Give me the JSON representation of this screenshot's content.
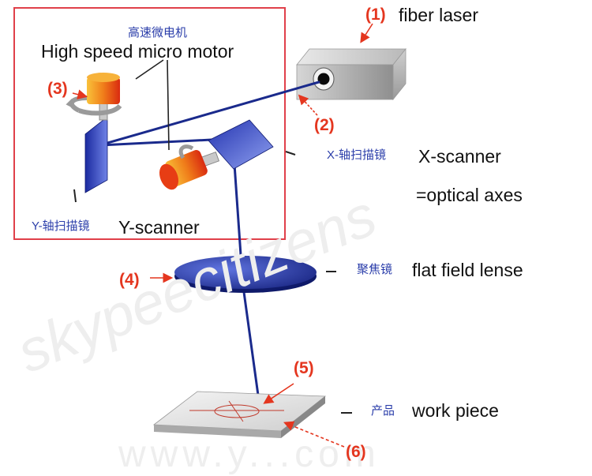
{
  "watermarks": {
    "diagonal": "skypeecitizens",
    "bottom": "www.y...com"
  },
  "callouts": {
    "fiber_laser_num": "(1)",
    "beam_num": "(2)",
    "motor_num": "(3)",
    "lens_num": "(4)",
    "focus_num": "(5)",
    "workpiece_num": "(6)"
  },
  "labels": {
    "fiber_laser": "fiber laser",
    "motor_cn": "高速微电机",
    "motor_en": "High speed micro motor",
    "x_scanner_cn": "X-轴扫描镜",
    "x_scanner_en": "X-scanner",
    "optical_axes": "=optical axes",
    "y_scanner_cn": "Y-轴扫描镜",
    "y_scanner_en": "Y-scanner",
    "lens_cn": "聚焦镜",
    "lens_en": "flat field lense",
    "workpiece_cn": "产品",
    "workpiece_en": "work piece"
  },
  "colors": {
    "callout_red": "#e4361f",
    "beam_blue": "#1a2a8c",
    "frame_red": "#e0404a",
    "cn_label_blue": "#2b3eaa"
  }
}
